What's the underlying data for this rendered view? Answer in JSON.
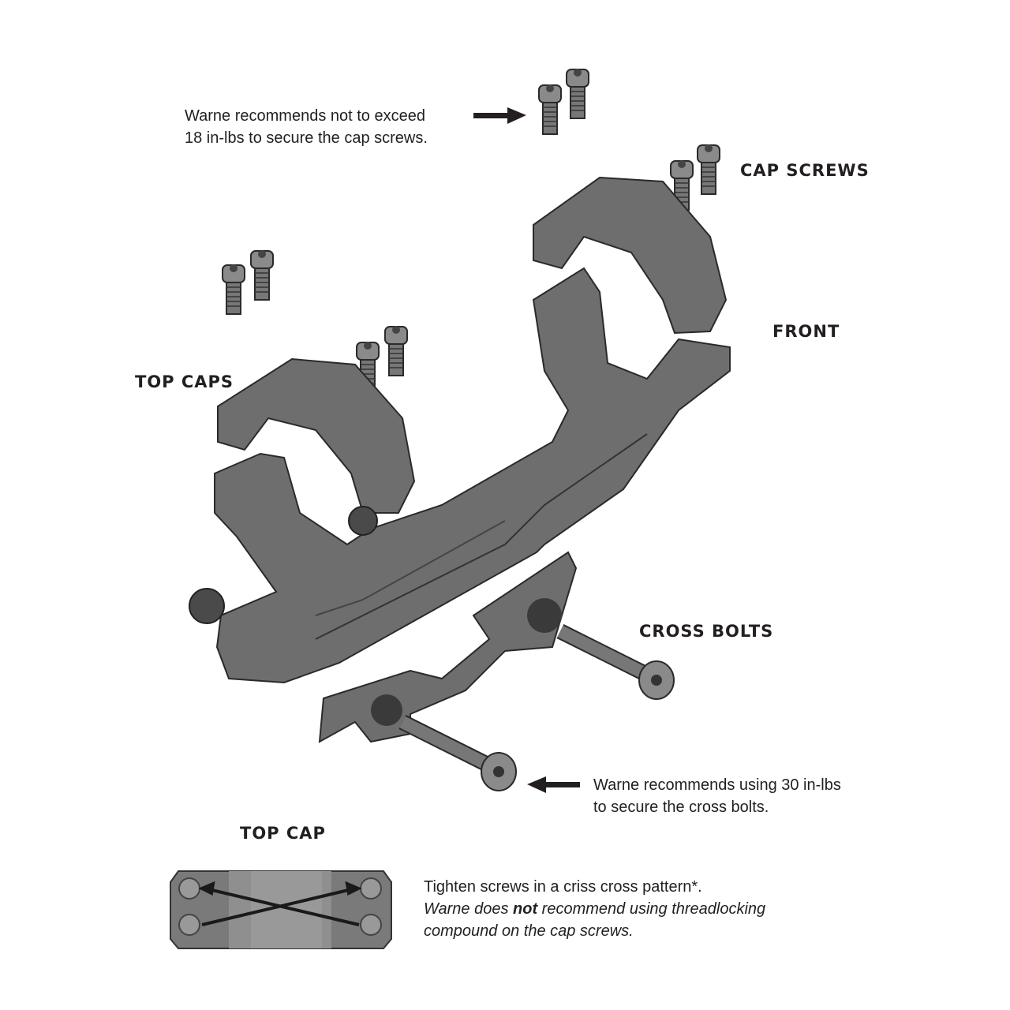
{
  "notes": {
    "cap_screw_torque": [
      "Warne recommends not to exceed",
      "18 in-lbs to secure the cap screws."
    ],
    "cross_bolt_torque": [
      "Warne recommends using 30 in-lbs",
      "to secure the cross bolts."
    ],
    "pattern": {
      "line1": "Tighten screws in a criss cross pattern*.",
      "line2_a": "Warne does ",
      "line2_b": "not",
      "line2_c": " recommend using threadlocking",
      "line3": "compound on the cap screws."
    }
  },
  "labels": {
    "cap_screws": "CAP SCREWS",
    "front": "FRONT",
    "top_caps": "TOP CAPS",
    "cross_bolts": "CROSS BOLTS",
    "top_cap": "TOP CAP"
  }
}
